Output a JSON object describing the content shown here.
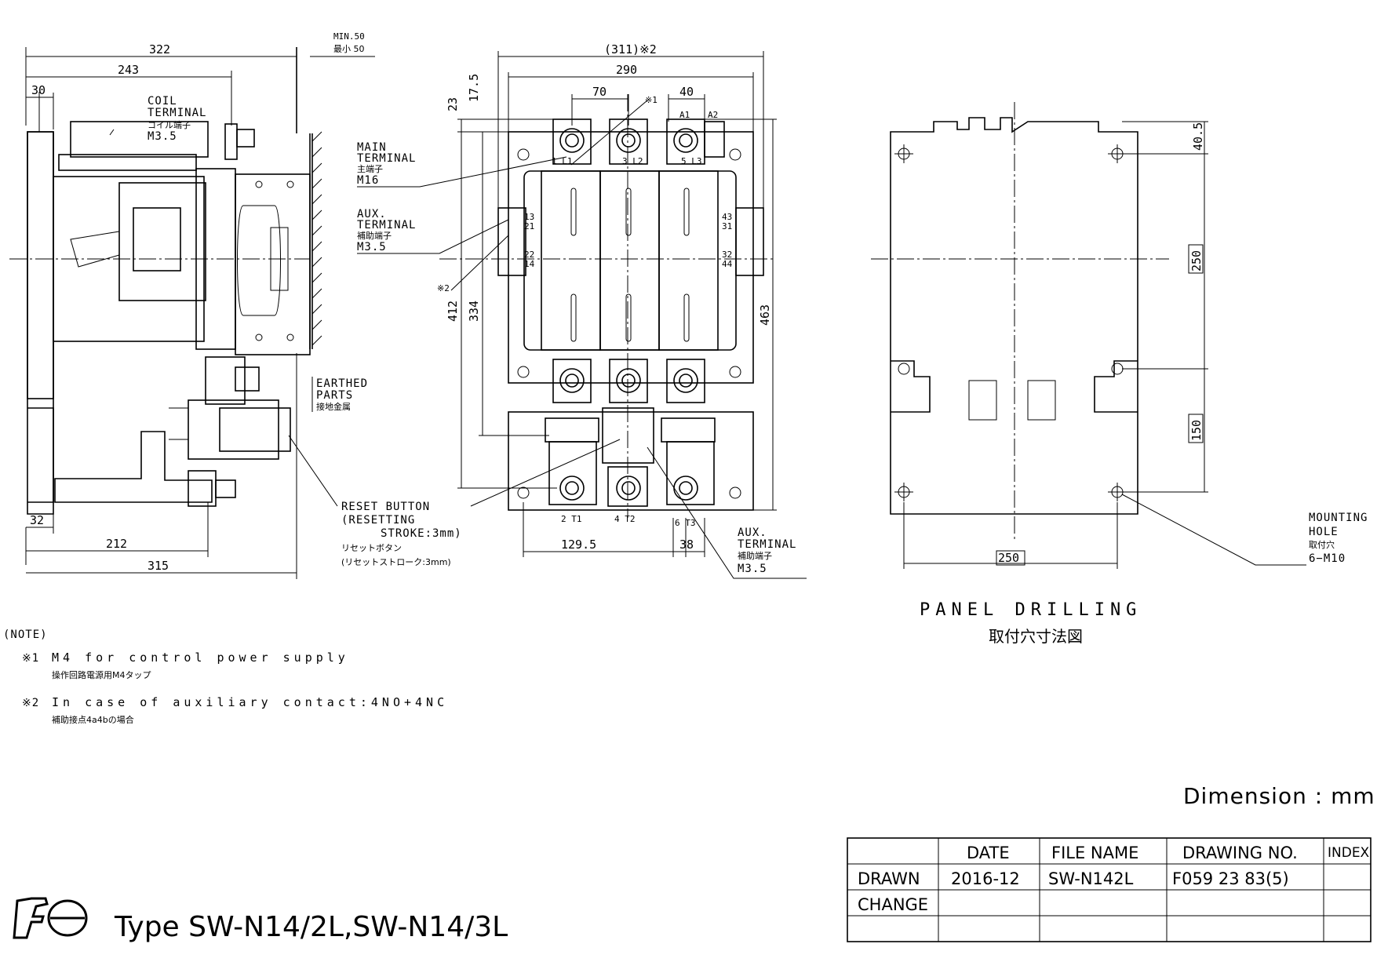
{
  "side_view": {
    "dims": {
      "d322": "322",
      "d243": "243",
      "d30": "30",
      "d32": "32",
      "d212": "212",
      "d315": "315",
      "min50": "MIN.50",
      "min50_jp": "最小 50"
    },
    "coil_terminal": {
      "line1": "COIL",
      "line2": "TERMINAL",
      "jp": "コイル端子",
      "spec": "M3.5"
    },
    "earthed_parts": {
      "line1": "EARTHED",
      "line2": "PARTS",
      "jp": "接地金属"
    },
    "reset_button": {
      "line1": "RESET BUTTON",
      "line2": "(RESETTING",
      "line3": "STROKE:3mm)",
      "jp1": "リセットボタン",
      "jp2": "(リセットストローク:3mm)"
    }
  },
  "front_view": {
    "dims": {
      "d311": "(311)※2",
      "d290": "290",
      "d70": "70",
      "d40": "40",
      "d23": "23",
      "d17_5": "17.5",
      "d412": "412",
      "d334": "334",
      "d463": "463",
      "d129_5": "129.5",
      "d38": "38",
      "note1_mark": "※1",
      "note2_mark": "※2"
    },
    "main_terminal": {
      "line1": "MAIN",
      "line2": "TERMINAL",
      "jp": "主端子",
      "spec": "M16"
    },
    "aux_terminal": {
      "line1": "AUX.",
      "line2": "TERMINAL",
      "jp": "補助端子",
      "spec": "M3.5"
    },
    "aux_terminal_bottom": {
      "line1": "AUX.",
      "line2": "TERMINAL",
      "jp": "補助端子",
      "spec": "M3.5"
    },
    "pins": {
      "a1": "A1",
      "a2": "A2",
      "l1": "1 L1",
      "l2": "3 L2",
      "l3": "5 L3",
      "t1": "2 T1",
      "t2": "4 T2",
      "t3": "6 T3",
      "p13": "13",
      "p21": "21",
      "p22": "22",
      "p14": "14",
      "p43": "43",
      "p31": "31",
      "p32": "32",
      "p44": "44"
    }
  },
  "panel_drilling": {
    "dims": {
      "d40_5": "40.5",
      "d250v": "250",
      "d150": "150",
      "d250h": "250"
    },
    "mounting_hole": {
      "line1": "MOUNTING",
      "line2": "HOLE",
      "jp": "取付穴",
      "spec": "6−M10"
    },
    "title": "PANEL DRILLING",
    "title_jp": "取付穴寸法図"
  },
  "notes": {
    "heading": "(NOTE)",
    "n1_mark": "※1",
    "n1_text": "M4 for control power supply",
    "n1_jp": "操作回路電源用M4タップ",
    "n2_mark": "※2",
    "n2_text": "In case of auxiliary contact:4NO+4NC",
    "n2_jp": "補助接点4a4bの場合"
  },
  "unit_label": "Dimension : mm",
  "type_label": "Type SW-N14/2L,SW-N14/3L",
  "logo_text": "Fe",
  "title_block": {
    "headers": [
      "",
      "DATE",
      "FILE NAME",
      "DRAWING NO.",
      "INDEX"
    ],
    "rows": [
      [
        "DRAWN",
        "2016-12",
        "SW-N142L",
        "F059 23 83(5)",
        ""
      ],
      [
        "CHANGE",
        "",
        "",
        "",
        ""
      ],
      [
        "",
        "",
        "",
        "",
        ""
      ]
    ]
  }
}
